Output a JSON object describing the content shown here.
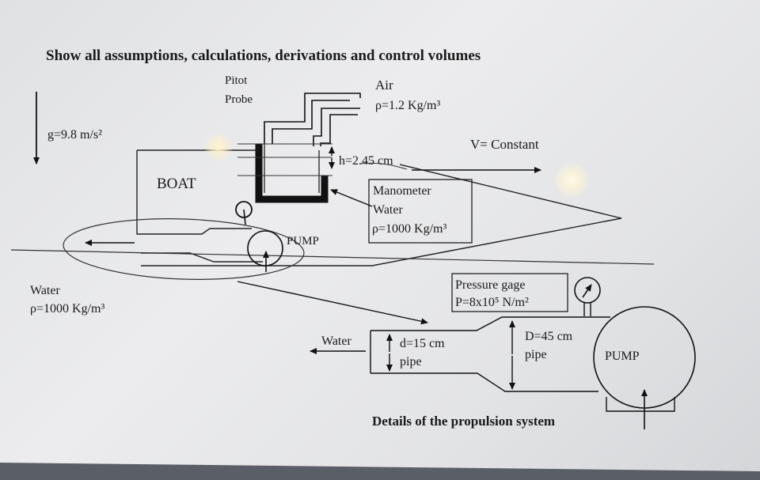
{
  "heading": "Show all assumptions, calculations, derivations and control volumes",
  "gravity": "g=9.8 m/s²",
  "pitot_line1": "Pitot",
  "pitot_line2": "Probe",
  "air_label": "Air",
  "air_density": "ρ=1.2 Kg/m³",
  "velocity": "V= Constant",
  "height": "h=2.45 cm",
  "boat": "BOAT",
  "manometer": "Manometer",
  "manometer_fluid": "Water",
  "manometer_density": "ρ=1000 Kg/m³",
  "pump_boat": "PUMP",
  "water_label": "Water",
  "water_density": "ρ=1000 Kg/m³",
  "pressure_gage": "Pressure gage",
  "pressure_value": "P=8x10⁵ N/m²",
  "outlet_water": "Water",
  "small_diameter": "d=15 cm",
  "small_pipe": "pipe",
  "large_diameter": "D=45 cm",
  "large_pipe": "pipe",
  "pump_detail": "PUMP",
  "caption": "Details of the propulsion system"
}
